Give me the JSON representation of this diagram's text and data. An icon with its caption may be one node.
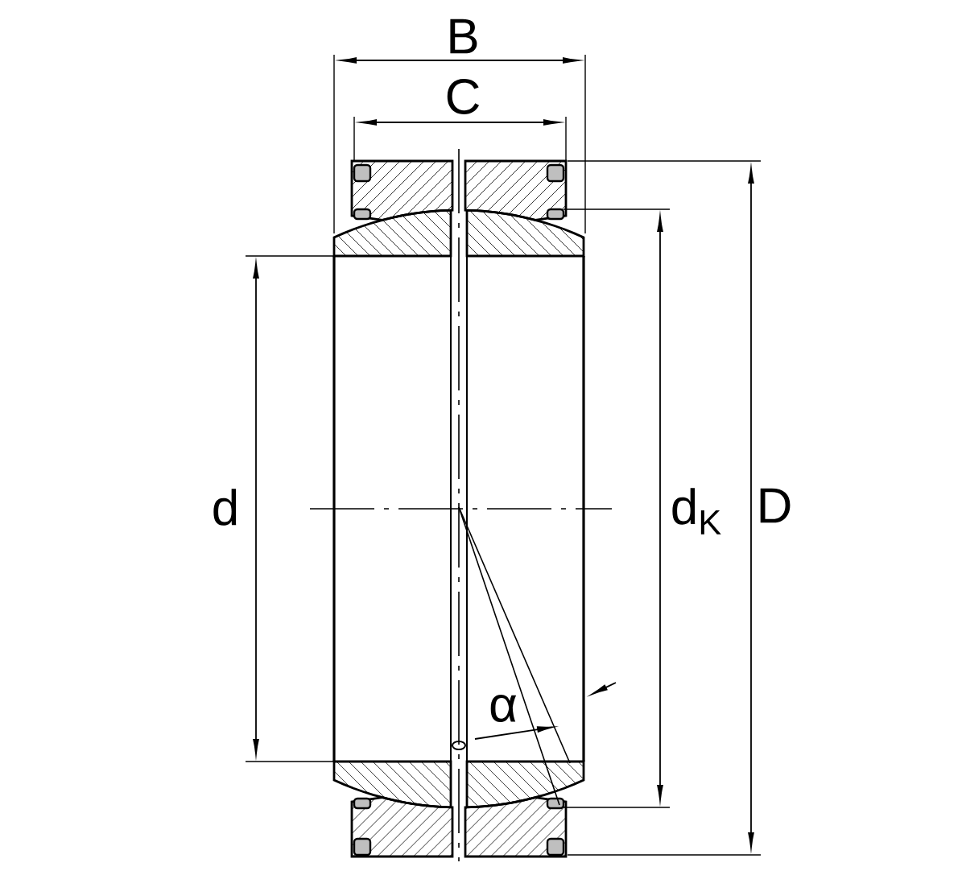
{
  "diagram": {
    "labels": [
      "B",
      "C",
      "d",
      "d$_{K}$",
      "D",
      "α"
    ]
  }
}
